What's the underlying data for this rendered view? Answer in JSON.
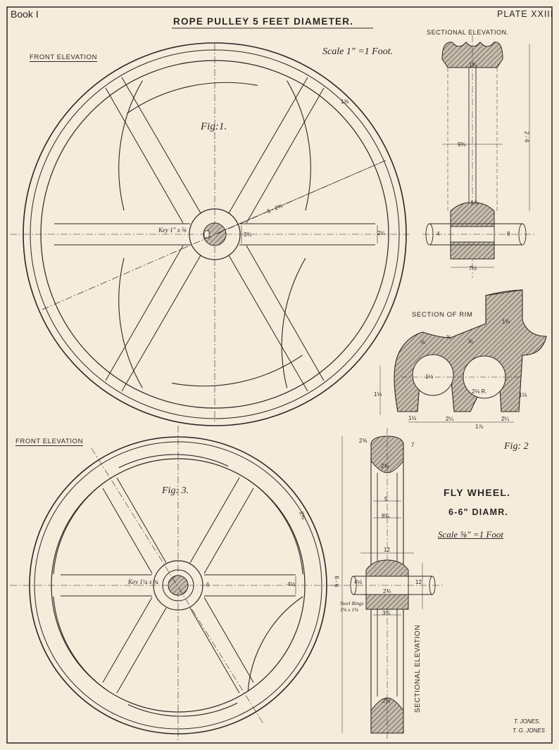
{
  "header": {
    "book": "Book I",
    "title": "ROPE PULLEY 5 FEET DIAMETER.",
    "plate": "PLATE XXIII"
  },
  "rope_pulley": {
    "front_elevation_label": "FRONT ELEVATION",
    "sectional_elevation_label": "SECTIONAL ELEVATION.",
    "section_of_rim_label": "SECTION OF RIM",
    "scale": "Scale 1\" =1 Foot.",
    "fig1": "Fig:1.",
    "fig2": "Fig: 2",
    "dims": {
      "rim_thickness": "1⅝",
      "radius": "5 - 2¾",
      "key": "Key 1\" x ⅝",
      "hub": "3¾",
      "arm": "2¼",
      "sec_top": "1¾",
      "sec_web": "9¾",
      "sec_height": "2 - 6",
      "sec_bore_mark": "1⅞",
      "sec_bore": "4",
      "sec_shaft": "8",
      "sec_hub": "7½",
      "rim_a": "1⅜",
      "rim_b": "⅜",
      "rim_c": "1½",
      "rim_d": "2⅛ R.",
      "rim_e": "1⅛",
      "rim_f": "1⅛",
      "rim_g": "2¼",
      "rim_h": "2¼",
      "rim_i": "1⅞",
      "rim_j": "⅝",
      "rim_k": "⅜",
      "rim_l": "1⅛"
    }
  },
  "fly_wheel": {
    "front_elevation_label": "FRONT ELEVATION",
    "sectional_elevation_label": "SECTIONAL ELEVATION",
    "fig3": "Fig: 3.",
    "title": "FLY WHEEL.",
    "diameter": "6-6\" DIAMR.",
    "scale": "Scale ⅝\" =1 Foot",
    "dims": {
      "rim_side": "2⅝",
      "key": "Key 1¼ x ¾",
      "hub": "6",
      "arm": "4½",
      "sec_top": "2⅝",
      "sec_seven": "7",
      "sec_rim": "2¾",
      "sec_five": "5",
      "sec_eight": "8¾",
      "sec_twelve_a": "12",
      "sec_overall": "6 - 6",
      "sec_bore": "4½",
      "sec_shaft": "2¾",
      "sec_twelve_b": "12",
      "sec_steel_rings": "Steel Rings 1⅝ x 1⅛",
      "sec_hub": "3¾",
      "sec_bottom": "2¾"
    }
  },
  "credits": {
    "line1": "T. JONES.",
    "line2": "T. G. JONES"
  }
}
